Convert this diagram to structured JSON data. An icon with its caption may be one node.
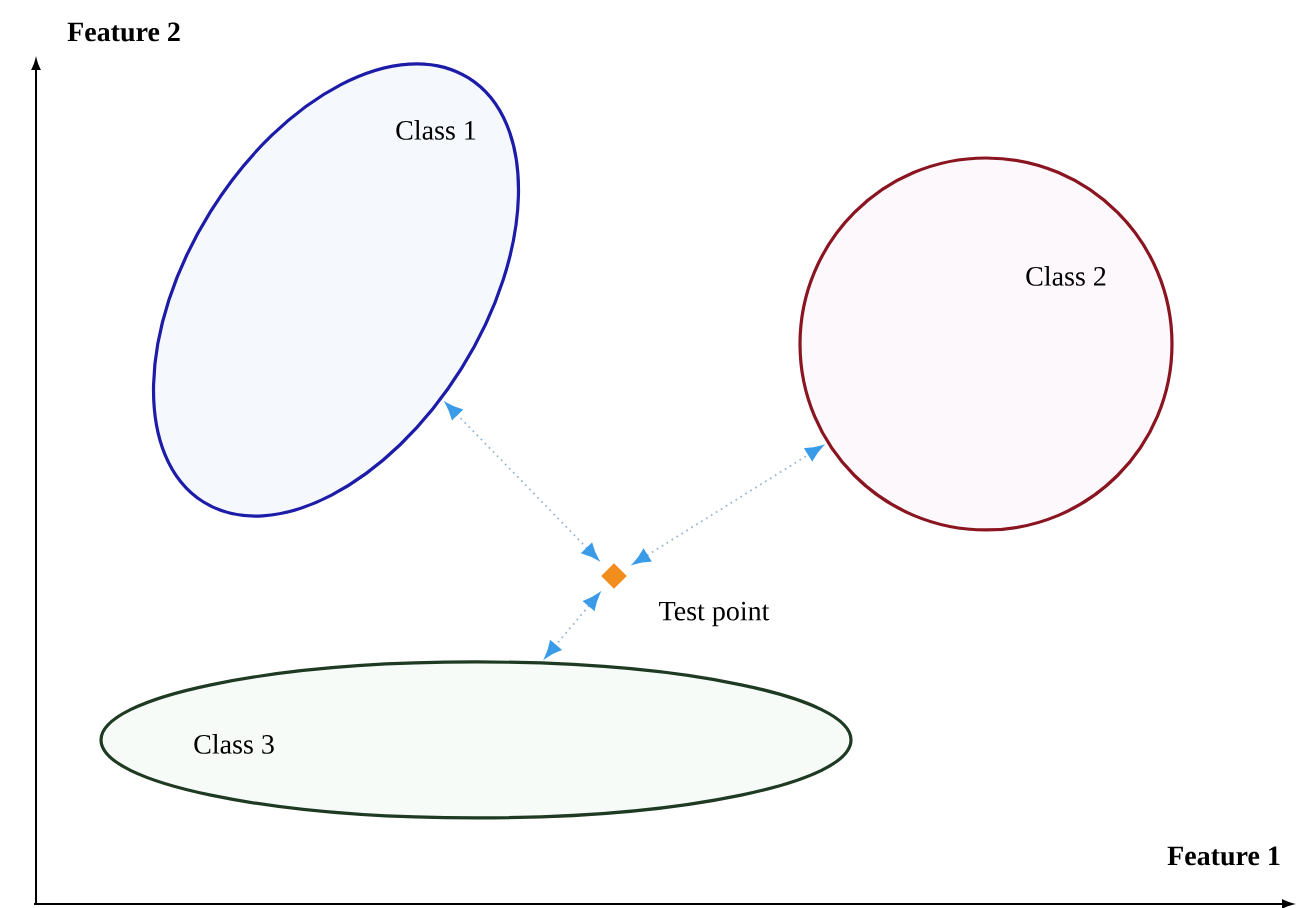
{
  "diagram": {
    "nodes": [
      {
        "text": [
          "Class 1"
        ]
      },
      {
        "text": [
          "Class 2"
        ]
      },
      {
        "text": [
          "Class 3"
        ]
      },
      {
        "text": [],
        "shape": "diamond",
        "beside": [
          "Test point"
        ]
      }
    ],
    "edges": [
      {
        "from": 3,
        "to": 0,
        "arrow": "both"
      },
      {
        "from": 3,
        "to": 1,
        "arrow": "both"
      },
      {
        "from": 3,
        "to": 2,
        "arrow": "both"
      }
    ],
    "labels": [
      "Feature 2",
      "Feature 1"
    ]
  }
}
